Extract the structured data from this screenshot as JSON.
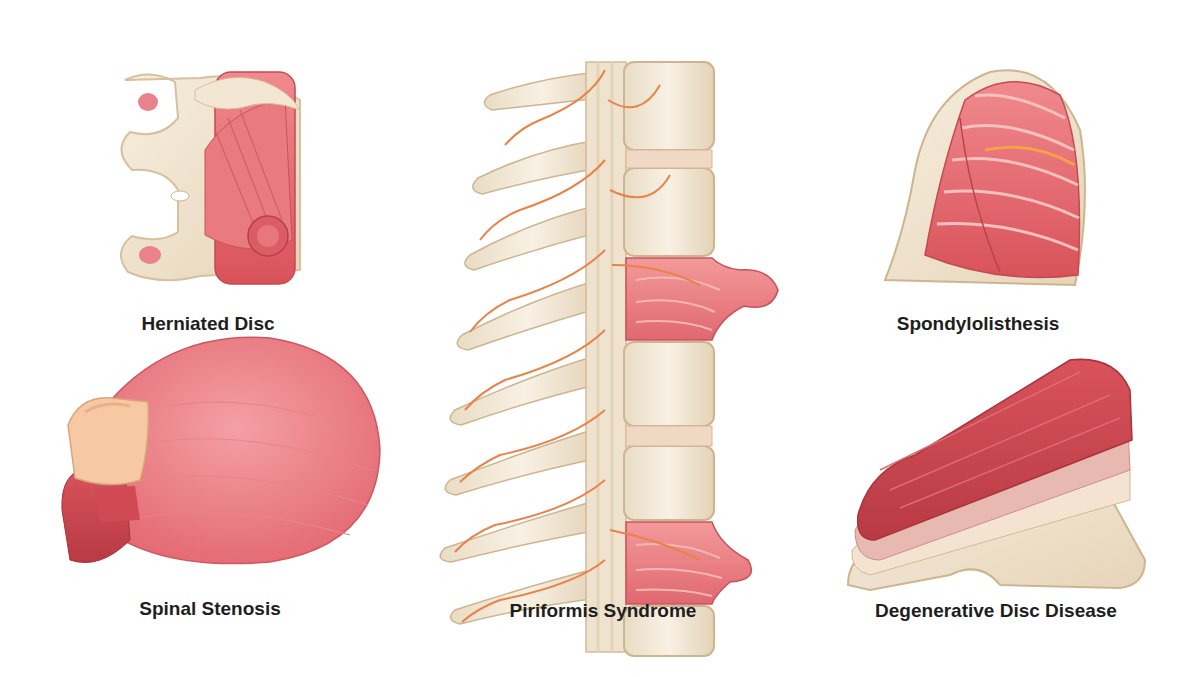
{
  "diagram": {
    "labels": [
      "Herniated Disc",
      "Spondylolisthesis",
      "Spinal Stenosis",
      "Piriformis Syndrome",
      "Degenerative Disc Disease"
    ]
  }
}
